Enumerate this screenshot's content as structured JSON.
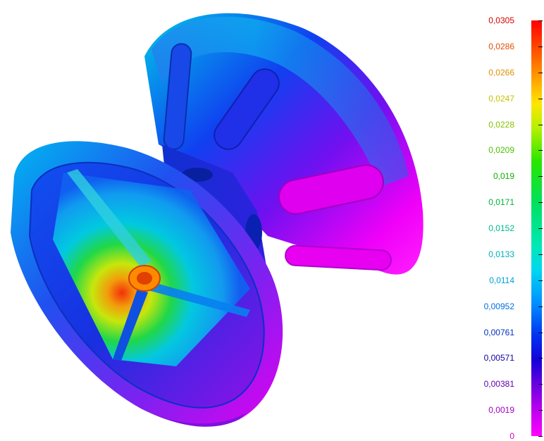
{
  "legend": {
    "labels": [
      {
        "text": "0,0305",
        "color": "#d40000"
      },
      {
        "text": "0,0286",
        "color": "#e05000"
      },
      {
        "text": "0,0266",
        "color": "#e09000"
      },
      {
        "text": "0,0247",
        "color": "#c8c000"
      },
      {
        "text": "0,0228",
        "color": "#88c000"
      },
      {
        "text": "0,0209",
        "color": "#50c000"
      },
      {
        "text": "0,019",
        "color": "#10b000"
      },
      {
        "text": "0,0171",
        "color": "#00b040"
      },
      {
        "text": "0,0152",
        "color": "#00b890"
      },
      {
        "text": "0,0133",
        "color": "#00b0b8"
      },
      {
        "text": "0,0114",
        "color": "#00a0d8"
      },
      {
        "text": "0,00952",
        "color": "#0070e0"
      },
      {
        "text": "0,00761",
        "color": "#0030c0"
      },
      {
        "text": "0,00571",
        "color": "#1000a0"
      },
      {
        "text": "0,00381",
        "color": "#6000b0"
      },
      {
        "text": "0,0019",
        "color": "#a000c0"
      },
      {
        "text": "0",
        "color": "#d000c0"
      }
    ],
    "scale_colors": [
      "#ff0000",
      "#ffa000",
      "#ffe600",
      "#28e600",
      "#00e8b4",
      "#00d8f0",
      "#0090ff",
      "#0030f0",
      "#7000e0",
      "#ff00ff"
    ]
  }
}
